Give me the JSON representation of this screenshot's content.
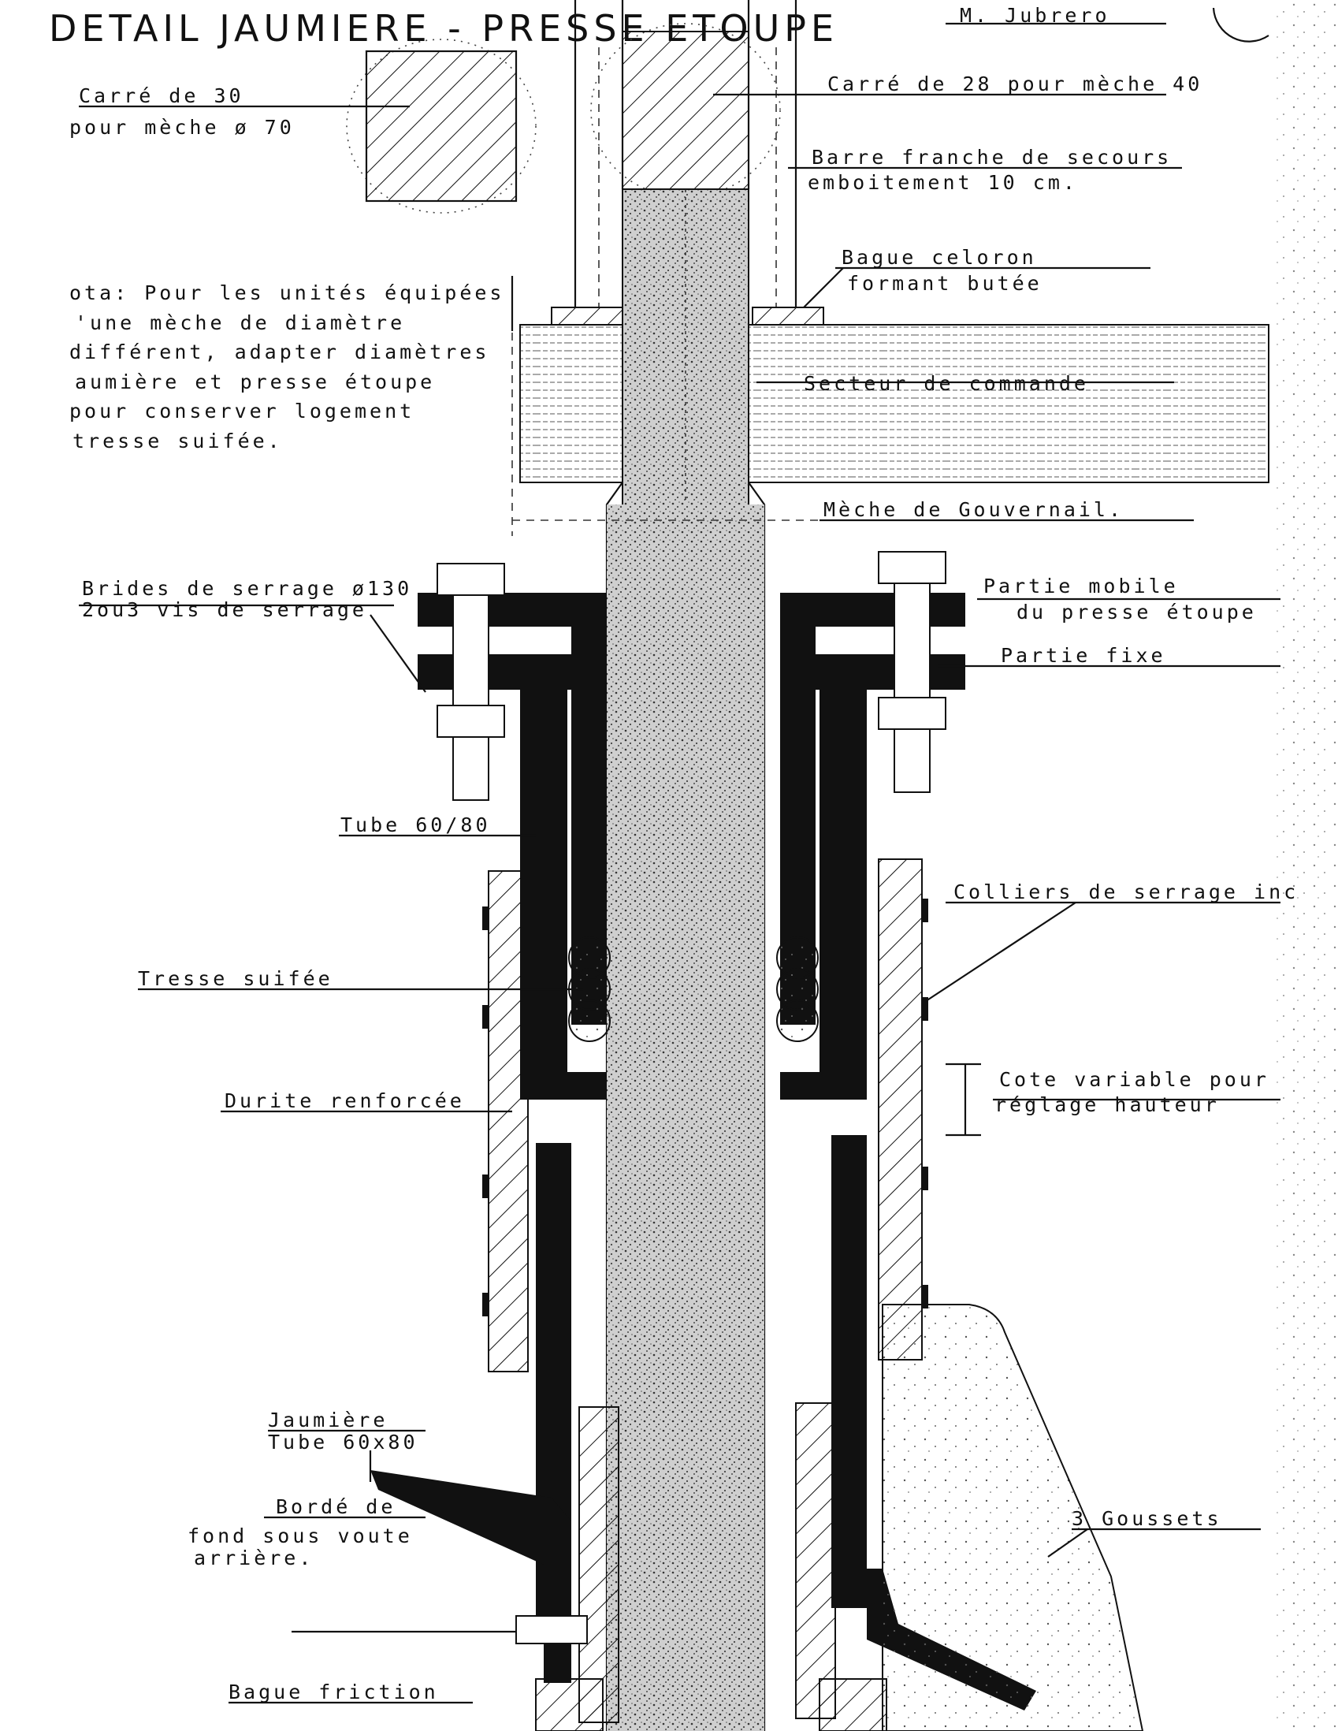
{
  "title": "DETAIL JAUMIERE - PRESSE ETOUPE",
  "author": "M. Jubrero",
  "note_lines": [
    "ota: Pour les unités équipées",
    "'une mèche de diamètre",
    "différent, adapter diamètres",
    "aumière et presse étoupe",
    "pour conserver logement",
    "tresse suifée."
  ],
  "labels": {
    "carre30_a": "Carré de 30",
    "carre30_b": "pour mèche ø 70",
    "carre28": "Carré de 28 pour mèche 40",
    "barre_a": "Barre franche de secours",
    "barre_b": "emboitement 10 cm.",
    "bague_celoron_a": "Bague celoron",
    "bague_celoron_b": "formant butée",
    "secteur": "Secteur de commande",
    "meche": "Mèche de Gouvernail.",
    "brides_a": "Brides de serrage ø130",
    "brides_b": "2ou3 vis de serrage",
    "partie_mobile_a": "Partie mobile",
    "partie_mobile_b": "du presse étoupe",
    "partie_fixe": "Partie fixe",
    "tube6080": "Tube 60/80",
    "colliers": "Colliers de serrage inc",
    "tresse": "Tresse suifée",
    "cote_a": "Cote variable pour",
    "cote_b": "réglage hauteur",
    "durite": "Durite renforcée",
    "jaumiere_a": "Jaumière",
    "jaumiere_b": "Tube 60x80",
    "borde_a": "Bordé de",
    "borde_b": "fond sous voute",
    "borde_c": "arrière.",
    "goussets": "3 Goussets",
    "bague_friction": "Bague friction"
  }
}
